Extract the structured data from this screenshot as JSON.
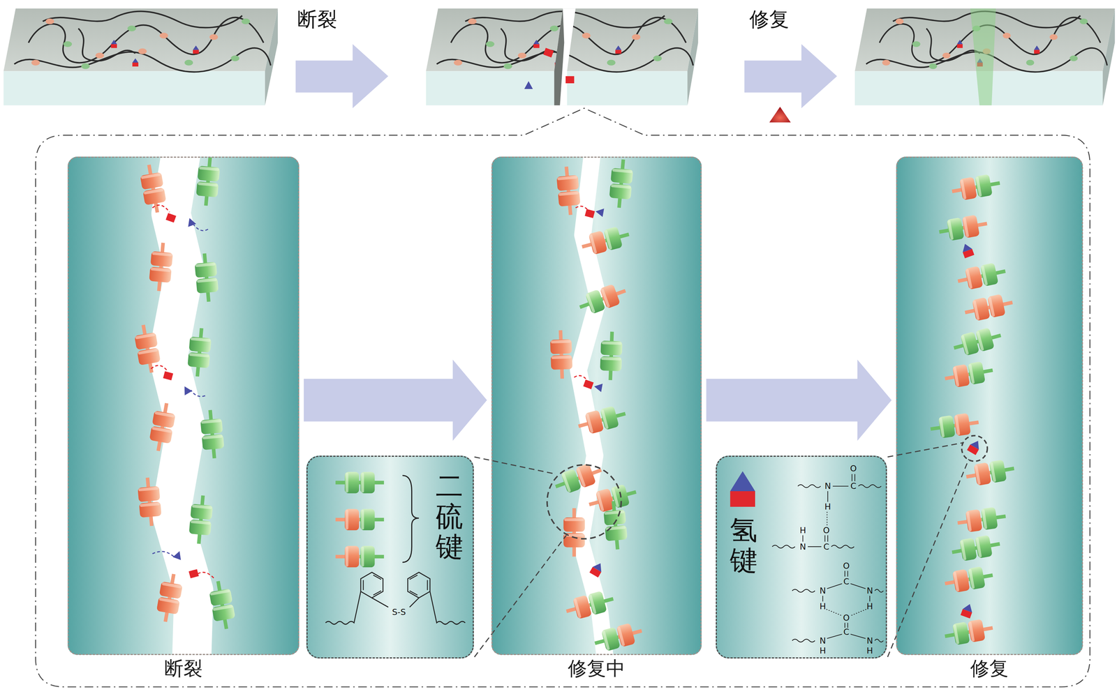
{
  "diagram": {
    "nodes": [
      {
        "text": [
          "断裂"
        ]
      },
      {
        "text": [
          "二硫键"
        ]
      },
      {
        "text": [
          "修复中"
        ]
      },
      {
        "text": [
          "氢键"
        ]
      },
      {
        "text": [
          "修复"
        ]
      }
    ],
    "edges": [
      {
        "from": 0,
        "to": 2,
        "arrow": "to"
      },
      {
        "from": 2,
        "to": 4,
        "arrow": "to"
      }
    ],
    "labels": [
      "断裂",
      "修复",
      "S-S",
      "O",
      "N",
      "C",
      "H",
      "H",
      "O",
      "N",
      "C",
      "O",
      "C",
      "N",
      "N",
      "H",
      "H",
      "O",
      "C",
      "N",
      "N",
      "H",
      "H"
    ]
  }
}
